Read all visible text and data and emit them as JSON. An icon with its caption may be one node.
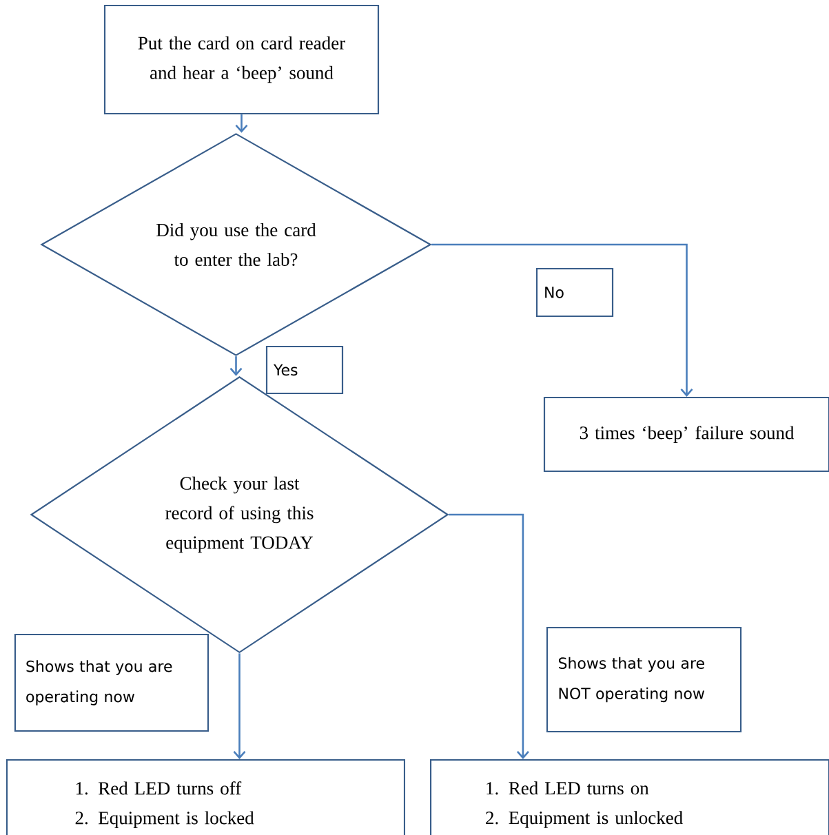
{
  "diagram": {
    "nodes": [
      {
        "text": [
          "Put the card on card reader and hear a ‘beep’ sound"
        ]
      },
      {
        "text": [
          "Did you use the card to enter the lab?"
        ]
      },
      {
        "text": [
          "No"
        ]
      },
      {
        "text": [
          "3 times ‘beep’ failure sound"
        ]
      },
      {
        "text": [
          "Yes"
        ]
      },
      {
        "text": [
          "Check your last record of using this equipment TODAY"
        ]
      },
      {
        "text": [
          "Shows that you are operating now"
        ]
      },
      {
        "text": [
          "Shows that you are NOT operating now"
        ]
      },
      {
        "text": [
          "1. Red LED turns off",
          "2. Equipment is locked"
        ]
      },
      {
        "text": [
          "1. Red LED turns on",
          "2. Equipment is unlocked"
        ]
      }
    ],
    "edges": [
      {
        "from": 0,
        "to": 1,
        "arrow": "to"
      },
      {
        "from": 1,
        "to": 3,
        "arrow": "to"
      },
      {
        "from": 1,
        "to": 5,
        "arrow": "to"
      },
      {
        "from": 5,
        "to": 8,
        "arrow": "to"
      },
      {
        "from": 5,
        "to": 9,
        "arrow": "to"
      }
    ]
  }
}
